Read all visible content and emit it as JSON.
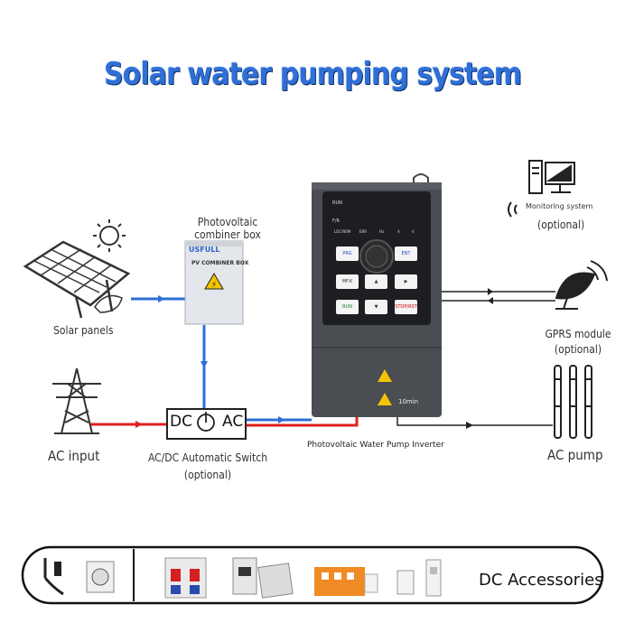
{
  "title": "Solar water pumping system",
  "labels": {
    "combiner": "Photovoltaic combiner box",
    "solar_panels": "Solar panels",
    "ac_input": "AC input",
    "switch": "AC/DC Automatic Switch",
    "switch_optional": "(optional)",
    "inverter": "Photovoltaic Water Pump Inverter",
    "monitoring": "Monitoring system",
    "monitoring_optional": "(optional)",
    "gprs": "GPRS module",
    "gprs_optional": "(optional)",
    "ac_pump": "AC pump",
    "accessories": "DC Accessories"
  },
  "combiner_box": {
    "brand": "USFULL",
    "label": "PV COMBINER BOX"
  },
  "switch_box": {
    "dc": "DC",
    "ac": "AC"
  },
  "inverter_panel": {
    "run": "RUN",
    "fwd_rev": "F/R",
    "loc_rem": "LOC/REM",
    "err": "ERR",
    "hz": "Hz",
    "a": "A",
    "v": "V",
    "prg": "PRG",
    "ent": "ENT",
    "mf_k": "MF.K",
    "shift": "▶",
    "run_key": "RUN",
    "stop": "STOP/RST",
    "up": "▲",
    "down": "▼",
    "timer": "10min"
  },
  "colors": {
    "title": "#2f6fd6",
    "dc_line": "#2f6fd6",
    "ac_line": "#e02020",
    "signal_line": "#222222",
    "inverter_body": "#4a4d52"
  }
}
